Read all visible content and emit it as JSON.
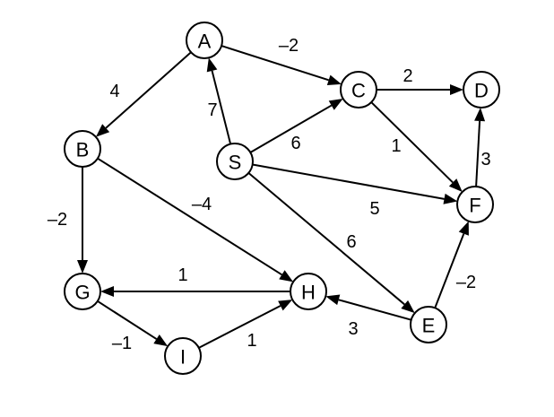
{
  "nodes": [
    {
      "id": "A",
      "label": "A"
    },
    {
      "id": "B",
      "label": "B"
    },
    {
      "id": "C",
      "label": "C"
    },
    {
      "id": "D",
      "label": "D"
    },
    {
      "id": "S",
      "label": "S"
    },
    {
      "id": "F",
      "label": "F"
    },
    {
      "id": "G",
      "label": "G"
    },
    {
      "id": "H",
      "label": "H"
    },
    {
      "id": "E",
      "label": "E"
    },
    {
      "id": "I",
      "label": "I"
    }
  ],
  "edges": [
    {
      "from": "A",
      "to": "C",
      "weight": "–2"
    },
    {
      "from": "A",
      "to": "B",
      "weight": "4"
    },
    {
      "from": "S",
      "to": "A",
      "weight": "7"
    },
    {
      "from": "C",
      "to": "D",
      "weight": "2"
    },
    {
      "from": "S",
      "to": "C",
      "weight": "6"
    },
    {
      "from": "C",
      "to": "F",
      "weight": "1"
    },
    {
      "from": "F",
      "to": "D",
      "weight": "3"
    },
    {
      "from": "S",
      "to": "F",
      "weight": "5"
    },
    {
      "from": "B",
      "to": "H",
      "weight": "–4"
    },
    {
      "from": "B",
      "to": "G",
      "weight": "–2"
    },
    {
      "from": "S",
      "to": "E",
      "weight": "6"
    },
    {
      "from": "H",
      "to": "G",
      "weight": "1"
    },
    {
      "from": "E",
      "to": "F",
      "weight": "–2"
    },
    {
      "from": "E",
      "to": "H",
      "weight": "3"
    },
    {
      "from": "G",
      "to": "I",
      "weight": "–1"
    },
    {
      "from": "I",
      "to": "H",
      "weight": "1"
    }
  ]
}
